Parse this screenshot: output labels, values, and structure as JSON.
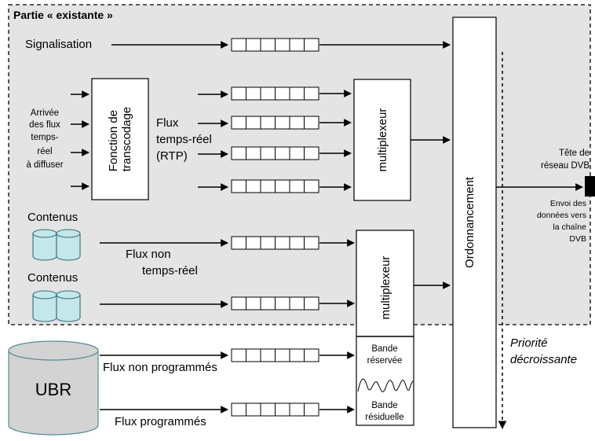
{
  "region_title": "Partie « existante »",
  "signalisation": "Signalisation",
  "arrivee": [
    "Arrivée",
    "des flux",
    "temps-",
    "réel",
    "à diffuser"
  ],
  "transcodage": [
    "Fonction de",
    "transcodage"
  ],
  "flux_rt": [
    "Flux",
    "temps-réel",
    "(RTP)"
  ],
  "multiplexeur": "multiplexeur",
  "ordonnancement": "Ordonnancement",
  "contenus": [
    "Contenus",
    "Contenus"
  ],
  "flux_nrt": [
    "Flux non",
    "temps-réel"
  ],
  "ubr": "UBR",
  "flux_non_programmes": "Flux non programmés",
  "flux_programmes": "Flux programmés",
  "bande_reservee": [
    "Bande",
    "réservée"
  ],
  "bande_residuelle": [
    "Bande",
    "résiduelle"
  ],
  "tete_reseau": [
    "Tête de",
    "réseau DVB"
  ],
  "envoi": [
    "Envoi des",
    "données vers",
    "la chaîne",
    "DVB"
  ],
  "priorite": [
    "Priorité",
    "décroissante"
  ],
  "colors": {
    "region_fill": "#e4e4e4",
    "db_fill": "#c5e6ea",
    "db_stroke": "#2f6f7a",
    "ubr_fill": "#d3d3d3"
  }
}
